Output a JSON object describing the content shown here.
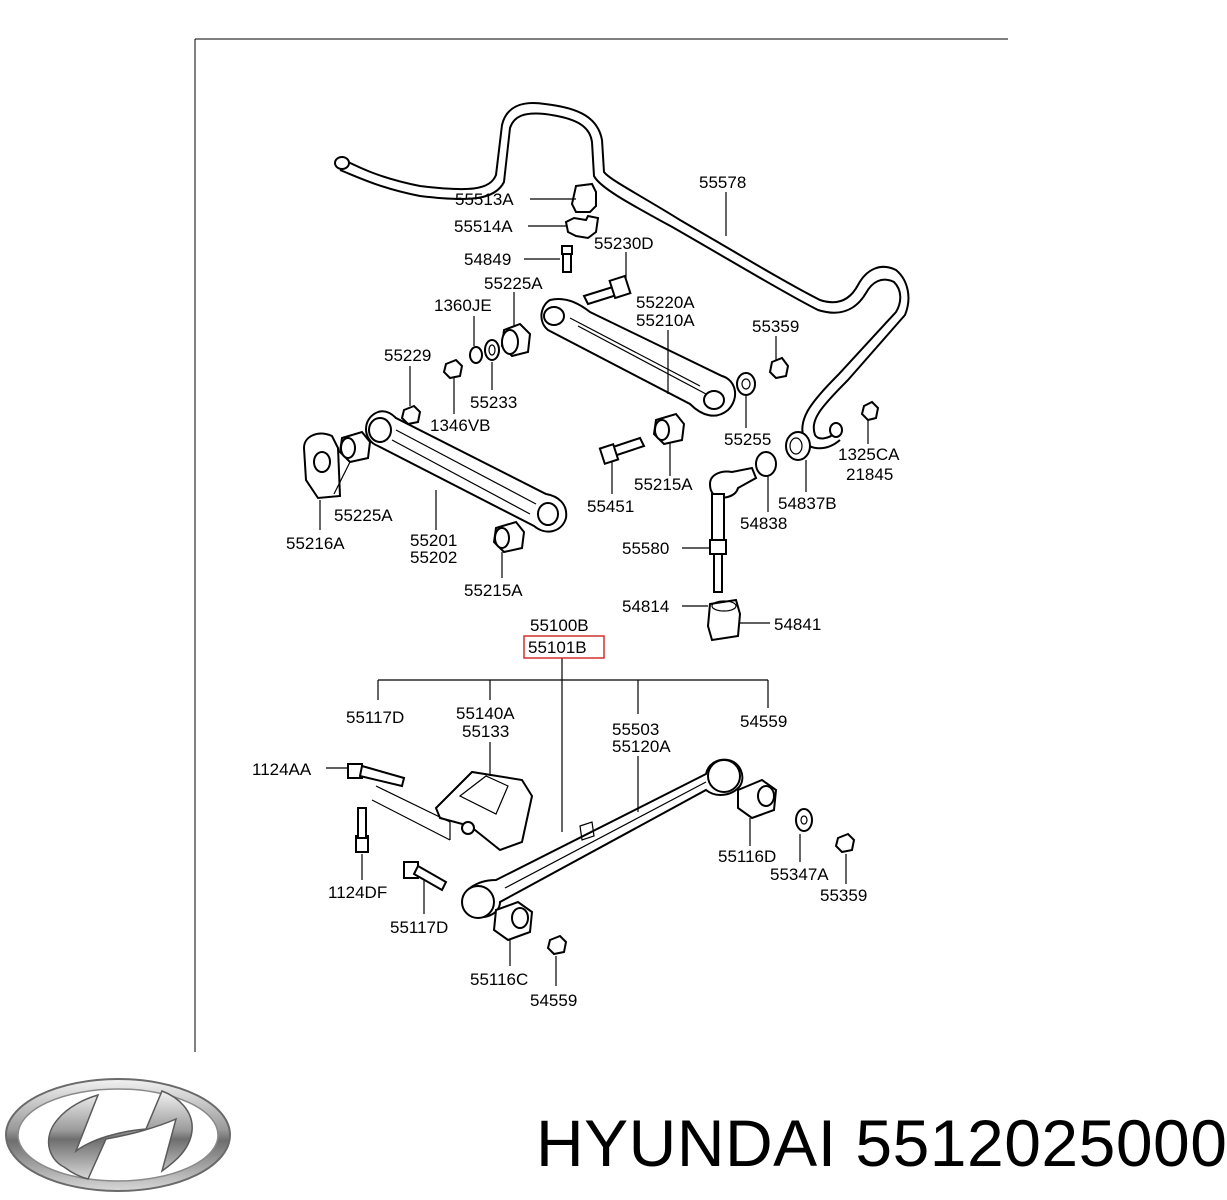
{
  "diagram": {
    "highlight_color": "#d0312d",
    "labels": [
      {
        "id": "l55513a",
        "text": "55513A"
      },
      {
        "id": "l55578",
        "text": "55578"
      },
      {
        "id": "l55514a",
        "text": "55514A"
      },
      {
        "id": "l54849",
        "text": "54849"
      },
      {
        "id": "l55230d",
        "text": "55230D"
      },
      {
        "id": "l55225a_top",
        "text": "55225A"
      },
      {
        "id": "l1360je",
        "text": "1360JE"
      },
      {
        "id": "l55220a",
        "text": "55220A"
      },
      {
        "id": "l55210a",
        "text": "55210A"
      },
      {
        "id": "l55359_top",
        "text": "55359"
      },
      {
        "id": "l55229",
        "text": "55229"
      },
      {
        "id": "l55233",
        "text": "55233"
      },
      {
        "id": "l1346vb",
        "text": "1346VB"
      },
      {
        "id": "l55255",
        "text": "55255"
      },
      {
        "id": "l1325ca",
        "text": "1325CA"
      },
      {
        "id": "l21845",
        "text": "21845"
      },
      {
        "id": "l55451",
        "text": "55451"
      },
      {
        "id": "l55215a_mid",
        "text": "55215A"
      },
      {
        "id": "l54838",
        "text": "54838"
      },
      {
        "id": "l54837b",
        "text": "54837B"
      },
      {
        "id": "l55225a_low",
        "text": "55225A"
      },
      {
        "id": "l55216a",
        "text": "55216A"
      },
      {
        "id": "l55201",
        "text": "55201"
      },
      {
        "id": "l55202",
        "text": "55202"
      },
      {
        "id": "l55580",
        "text": "55580"
      },
      {
        "id": "l55215a_low",
        "text": "55215A"
      },
      {
        "id": "l54814",
        "text": "54814"
      },
      {
        "id": "l54841",
        "text": "54841"
      },
      {
        "id": "l55100b",
        "text": "55100B"
      },
      {
        "id": "l55101b",
        "text": "55101B"
      },
      {
        "id": "l55117d_top",
        "text": "55117D"
      },
      {
        "id": "l55140a",
        "text": "55140A"
      },
      {
        "id": "l55133",
        "text": "55133"
      },
      {
        "id": "l55503",
        "text": "55503"
      },
      {
        "id": "l55120a",
        "text": "55120A"
      },
      {
        "id": "l54559_top",
        "text": "54559"
      },
      {
        "id": "l1124aa",
        "text": "1124AA"
      },
      {
        "id": "l55116d",
        "text": "55116D"
      },
      {
        "id": "l55347a",
        "text": "55347A"
      },
      {
        "id": "l55359_low",
        "text": "55359"
      },
      {
        "id": "l1124df",
        "text": "1124DF"
      },
      {
        "id": "l55117d_low",
        "text": "55117D"
      },
      {
        "id": "l55116c",
        "text": "55116C"
      },
      {
        "id": "l54559_low",
        "text": "54559"
      }
    ]
  },
  "footer": {
    "brand": "HYUNDAI",
    "part_number": "5512025000"
  }
}
